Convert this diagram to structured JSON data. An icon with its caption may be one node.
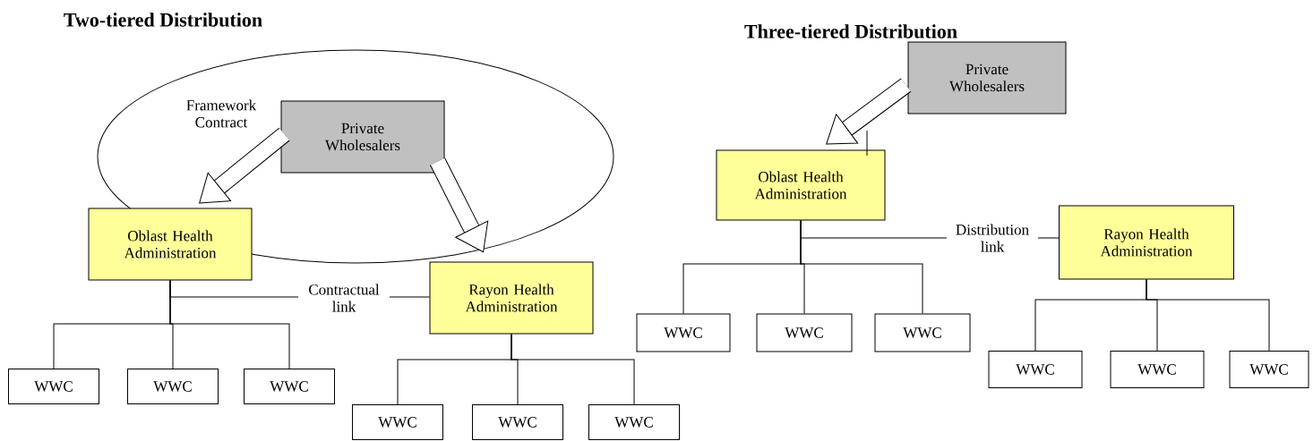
{
  "diagram": {
    "nodes": [
      {
        "text": [
          "Framework Contract"
        ]
      },
      {
        "text": [
          "Private Wholesalers"
        ],
        "in": 0
      },
      {
        "text": [
          "Oblast Health Administration"
        ]
      },
      {
        "text": [
          "Rayon Health Administration"
        ]
      },
      {
        "text": [
          "WWC"
        ]
      },
      {
        "text": [
          "WWC"
        ]
      },
      {
        "text": [
          "WWC"
        ]
      },
      {
        "text": [
          "WWC"
        ]
      },
      {
        "text": [
          "WWC"
        ]
      },
      {
        "text": [
          "WWC"
        ]
      },
      {
        "text": [
          "Private Wholesalers"
        ]
      },
      {
        "text": [
          "Oblast Health Administration"
        ]
      },
      {
        "text": [
          "Rayon Health Administration"
        ]
      },
      {
        "text": [
          "WWC"
        ]
      },
      {
        "text": [
          "WWC"
        ]
      },
      {
        "text": [
          "WWC"
        ]
      },
      {
        "text": [
          "WWC"
        ]
      },
      {
        "text": [
          "WWC"
        ]
      },
      {
        "text": [
          "WWC"
        ]
      }
    ],
    "edges": [
      {
        "from": 1,
        "to": 2,
        "arrow": "to",
        "style": "thick"
      },
      {
        "from": 1,
        "to": 3,
        "arrow": "to",
        "style": "thick"
      },
      {
        "from": 2,
        "to": 3,
        "arrow": "none",
        "label": "Contractual link"
      },
      {
        "from": 2,
        "to": 4,
        "arrow": "none"
      },
      {
        "from": 2,
        "to": 5,
        "arrow": "none"
      },
      {
        "from": 2,
        "to": 6,
        "arrow": "none"
      },
      {
        "from": 3,
        "to": 7,
        "arrow": "none"
      },
      {
        "from": 3,
        "to": 8,
        "arrow": "none"
      },
      {
        "from": 3,
        "to": 9,
        "arrow": "none"
      },
      {
        "from": 10,
        "to": 11,
        "arrow": "to",
        "style": "thick"
      },
      {
        "from": 11,
        "to": 12,
        "arrow": "none",
        "label": "Distribution link"
      },
      {
        "from": 11,
        "to": 13,
        "arrow": "none"
      },
      {
        "from": 11,
        "to": 14,
        "arrow": "none"
      },
      {
        "from": 11,
        "to": 15,
        "arrow": "none"
      },
      {
        "from": 12,
        "to": 16,
        "arrow": "none"
      },
      {
        "from": 12,
        "to": 17,
        "arrow": "none"
      },
      {
        "from": 12,
        "to": 18,
        "arrow": "none"
      }
    ],
    "labels": [
      "Two-tiered Distribution",
      "Three-tiered Distribution"
    ]
  }
}
